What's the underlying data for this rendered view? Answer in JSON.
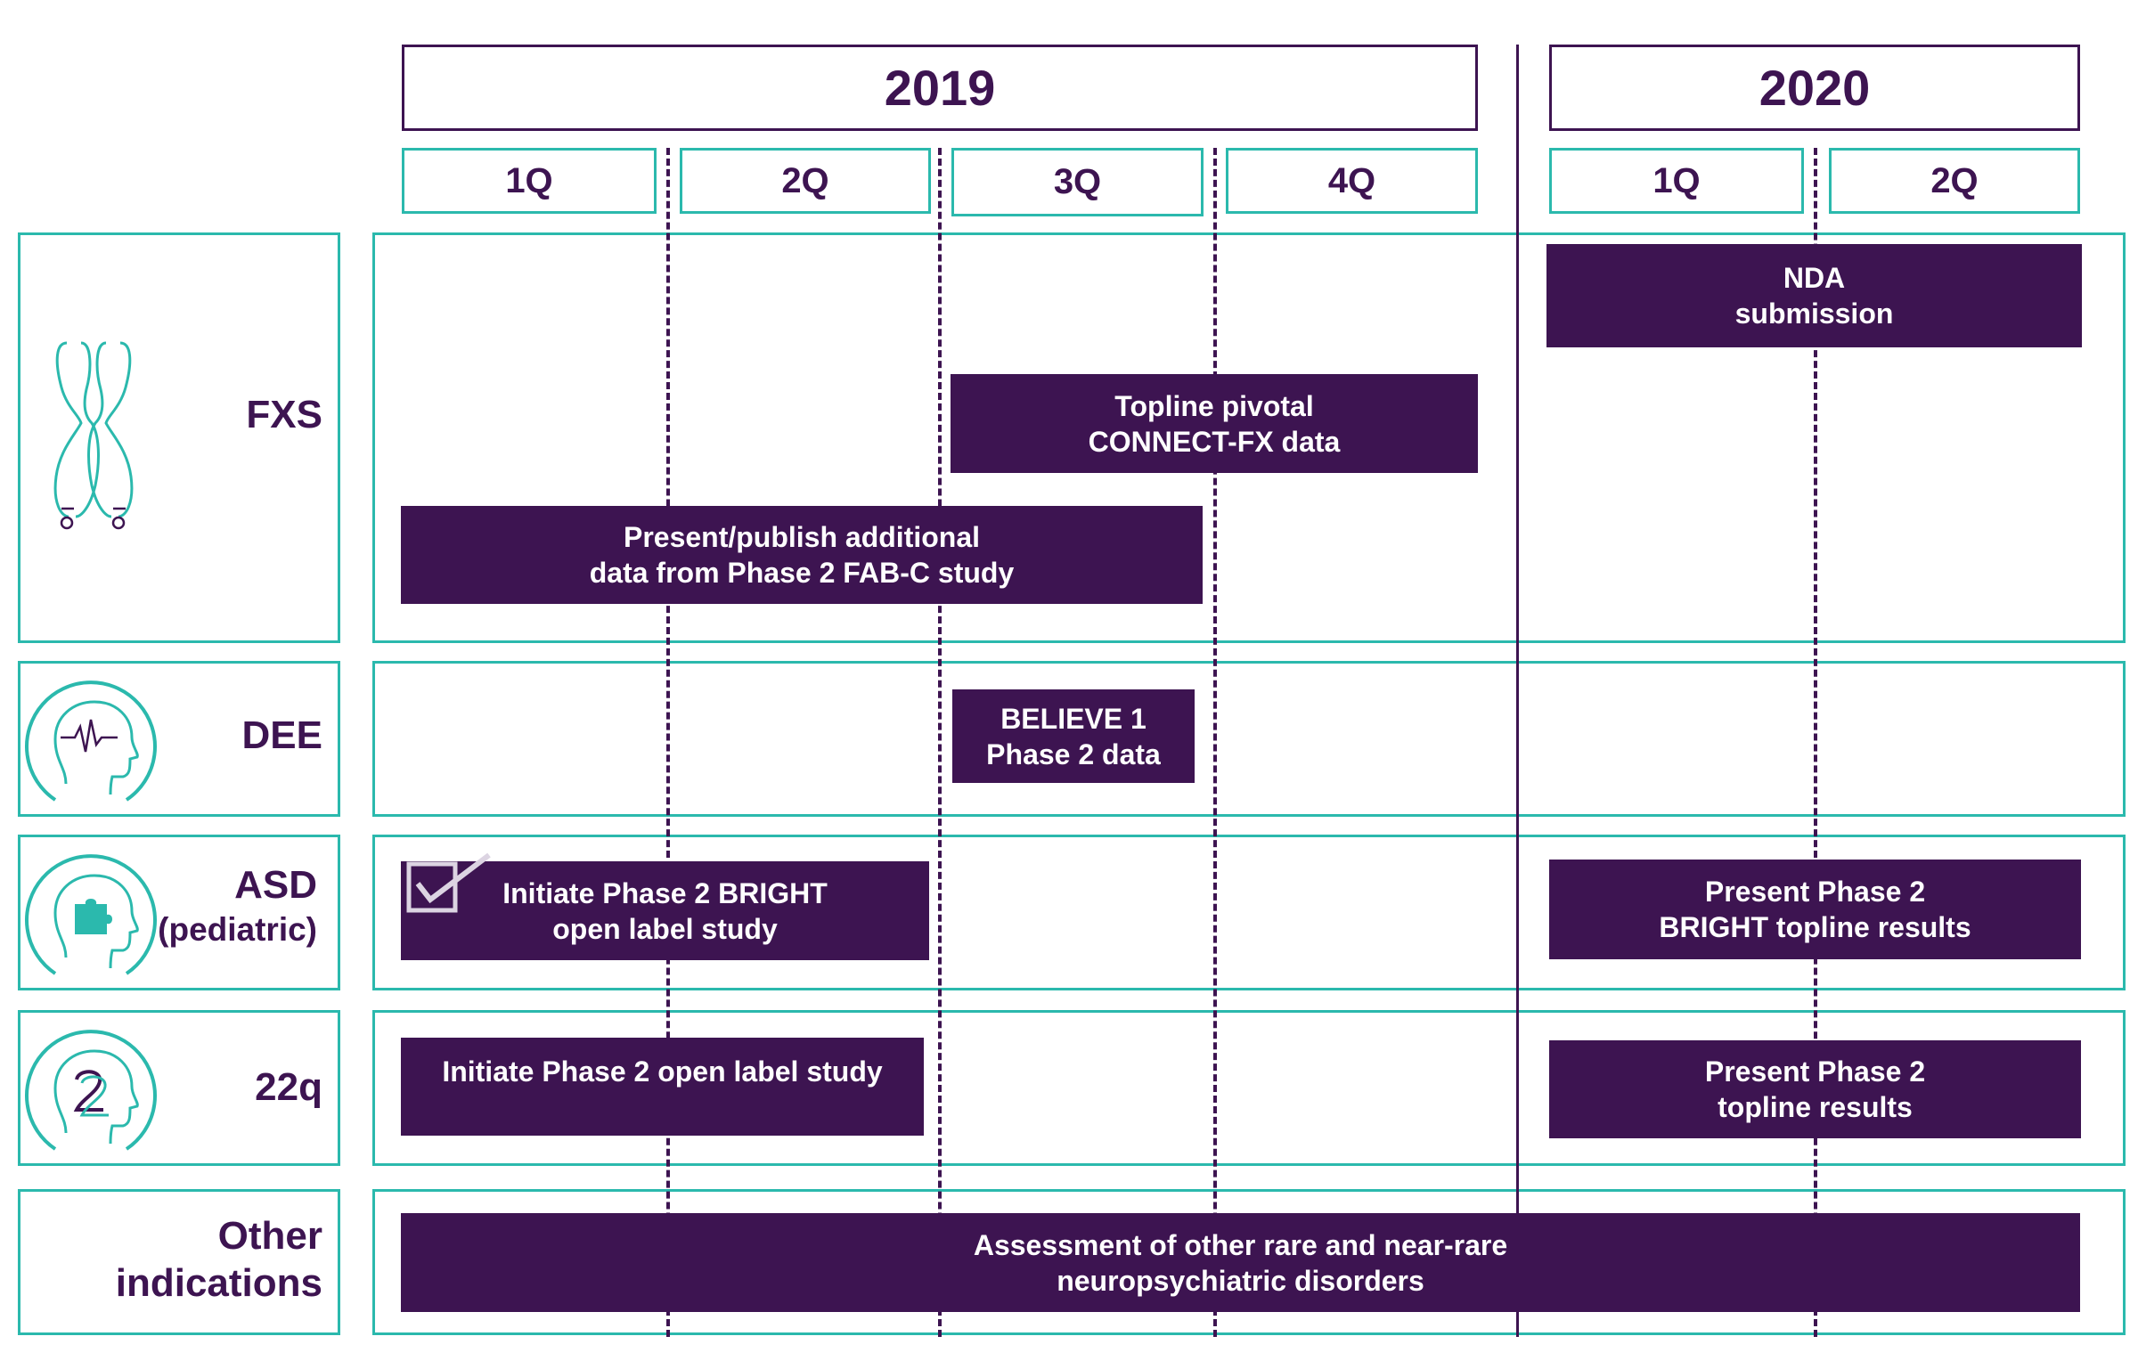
{
  "years": [
    {
      "id": "2019",
      "label": "2019"
    },
    {
      "id": "2020",
      "label": "2020"
    }
  ],
  "quarters": [
    {
      "year": "2019",
      "label": "1Q"
    },
    {
      "year": "2019",
      "label": "2Q"
    },
    {
      "year": "2019",
      "label": "3Q"
    },
    {
      "year": "2019",
      "label": "4Q"
    },
    {
      "year": "2020",
      "label": "1Q"
    },
    {
      "year": "2020",
      "label": "2Q"
    }
  ],
  "rows": [
    {
      "id": "fxs",
      "label": "FXS",
      "icon": "chromosome-icon"
    },
    {
      "id": "dee",
      "label": "DEE",
      "icon": "head-heartbeat-icon"
    },
    {
      "id": "asd",
      "label": "ASD",
      "sublabel": "(pediatric)",
      "icon": "head-puzzle-icon"
    },
    {
      "id": "22q",
      "label": "22q",
      "icon": "head-22q-icon"
    },
    {
      "id": "other",
      "label": "Other\nindications",
      "icon": ""
    }
  ],
  "milestones": {
    "nda": {
      "row": "fxs",
      "text": "NDA\nsubmission"
    },
    "topline_connect": {
      "row": "fxs",
      "text": "Topline pivotal\nCONNECT-FX data"
    },
    "fabc": {
      "row": "fxs",
      "text": "Present/publish additional\ndata from Phase 2 FAB-C study"
    },
    "believe": {
      "row": "dee",
      "text": "BELIEVE 1\nPhase 2 data"
    },
    "bright_init": {
      "row": "asd",
      "text": "Initiate Phase 2 BRIGHT\nopen label study",
      "completed": true
    },
    "bright_results": {
      "row": "asd",
      "text": "Present Phase 2\nBRIGHT topline results"
    },
    "q22_init": {
      "row": "22q",
      "text": "Initiate Phase 2 open label study"
    },
    "q22_results": {
      "row": "22q",
      "text": "Present Phase 2\ntopline results"
    },
    "other_assess": {
      "row": "other",
      "text": "Assessment of other rare and near-rare\nneuropsychiatric disorders"
    }
  },
  "colors": {
    "accent": "#3d1451",
    "teal": "#2bb9ad"
  }
}
